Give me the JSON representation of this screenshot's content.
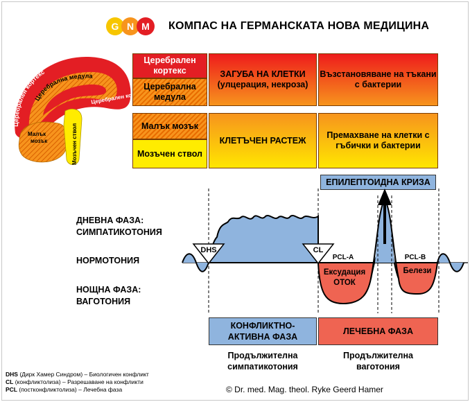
{
  "header": {
    "logo_letters": [
      "G",
      "N",
      "M"
    ],
    "logo_colors": [
      "#f7c600",
      "#f7941d",
      "#e31e24"
    ],
    "title": "КОМПАС НА ГЕРМАНСКАТА НОВА МЕДИЦИНА"
  },
  "brain_labels": {
    "cortex_outer": "Церебрален кортекс",
    "cortex_front": "Церебрален кортекс",
    "cortex_back": "Церебрален кортекс",
    "medulla": "Церебрална медула",
    "cerebellum_line1": "Малък",
    "cerebellum_line2": "мозък",
    "brainstem": "Мозъчен ствол"
  },
  "table": {
    "row1": {
      "cortex": "Церебрален кортекс",
      "medulla": "Церебрална медула",
      "active": "ЗАГУБА НА КЛЕТКИ (улцерация, некроза)",
      "healing": "Възстановяване на тъкани с бактерии"
    },
    "row2": {
      "cerebellum": "Малък мозък",
      "brainstem": "Мозъчен ствол",
      "active": "КЛЕТЪЧЕН РАСТЕЖ",
      "healing": "Премахване на клетки с гъбички и бактерии"
    }
  },
  "diagram": {
    "day_phase_line1": "ДНЕВНА ФАЗА:",
    "day_phase_line2": "СИМПАТИКОТОНИЯ",
    "normotonia": "НОРМОТОНИЯ",
    "night_phase_line1": "НОЩНА ФАЗА:",
    "night_phase_line2": "ВАГОТОНИЯ",
    "dhs": "DHS",
    "cl": "CL",
    "pcl_a": "PCL-A",
    "pcl_b": "PCL-B",
    "exudation": "Ексудация",
    "edema": "ОТОК",
    "scars": "Белези",
    "epileptoid_crisis": "ЕПИЛЕПТОИДНА КРИЗА",
    "conflict_active_line1": "КОНФЛИКТНО-",
    "conflict_active_line2": "АКТИВНА ФАЗА",
    "healing_phase": "ЛЕЧЕБНА ФАЗА",
    "prolonged_sym_line1": "Продължителна",
    "prolonged_sym_line2": "симпатикотония",
    "prolonged_vag_line1": "Продължителна",
    "prolonged_vag_line2": "ваготония"
  },
  "legend": {
    "dhs_abbr": "DHS",
    "dhs_text": "(Дирк Хамер Синдром) – Биологичен конфликт",
    "cl_abbr": "CL",
    "cl_text": "(конфликтолиза) – Разрешаване на конфликти",
    "pcl_abbr": "PCL",
    "pcl_text": "(постконфликтолиза) – Лечебна фаза"
  },
  "copyright": "© Dr. med. Mag. theol. Ryke Geerd Hamer"
}
